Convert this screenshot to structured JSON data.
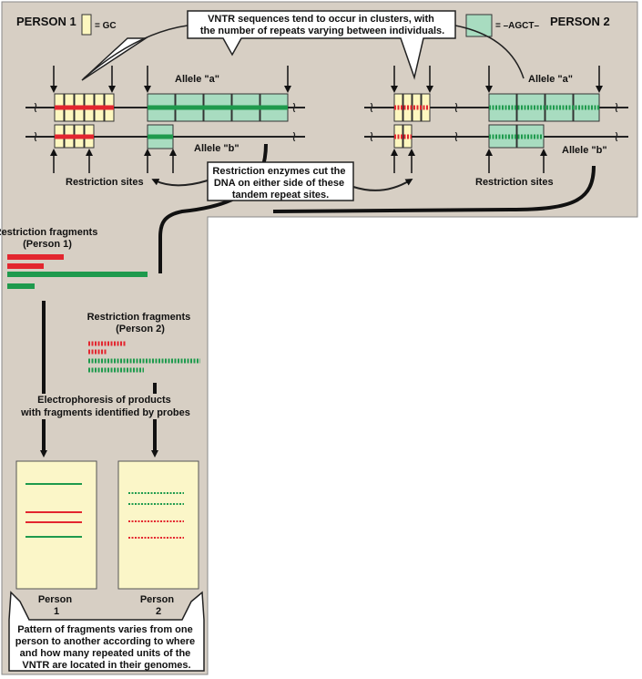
{
  "person1_label": "PERSON 1",
  "person2_label": "PERSON 2",
  "legend_gc": "= GC",
  "legend_agct": "= –AGCT–",
  "vntr_note": [
    "VNTR sequences tend to occur in clusters, with",
    "the number of repeats varying between individuals."
  ],
  "allele_a_p1": "Allele \"a\"",
  "allele_b_p1": "Allele \"b\"",
  "allele_a_p2": "Allele \"a\"",
  "allele_b_p2": "Allele \"b\"",
  "restriction_sites_p1": "Restriction sites",
  "restriction_sites_p2": "Restriction sites",
  "enzyme_note": [
    "Restriction enzymes cut the",
    "DNA on either side of these",
    "tandem repeat sites."
  ],
  "fragments_p1_title": [
    "Restriction fragments",
    "(Person 1)"
  ],
  "fragments_p2_title": [
    "Restriction fragments",
    "(Person 2)"
  ],
  "electrophoresis_note": [
    "Electrophoresis of products",
    "with fragments identified by probes"
  ],
  "gel_p1_label": [
    "Person",
    "1"
  ],
  "gel_p2_label": [
    "Person",
    "2"
  ],
  "pattern_note": [
    "Pattern of fragments varies from one",
    "person to another according to where",
    "and how many repeated units of the",
    "VNTR are located in their genomes."
  ],
  "colors": {
    "background": "#d7cfc4",
    "gc_box": "#fdf7bf",
    "agct_box": "#a8dcc0",
    "red": "#e3262f",
    "green": "#1e9a4d",
    "gel": "#fbf6c8"
  }
}
